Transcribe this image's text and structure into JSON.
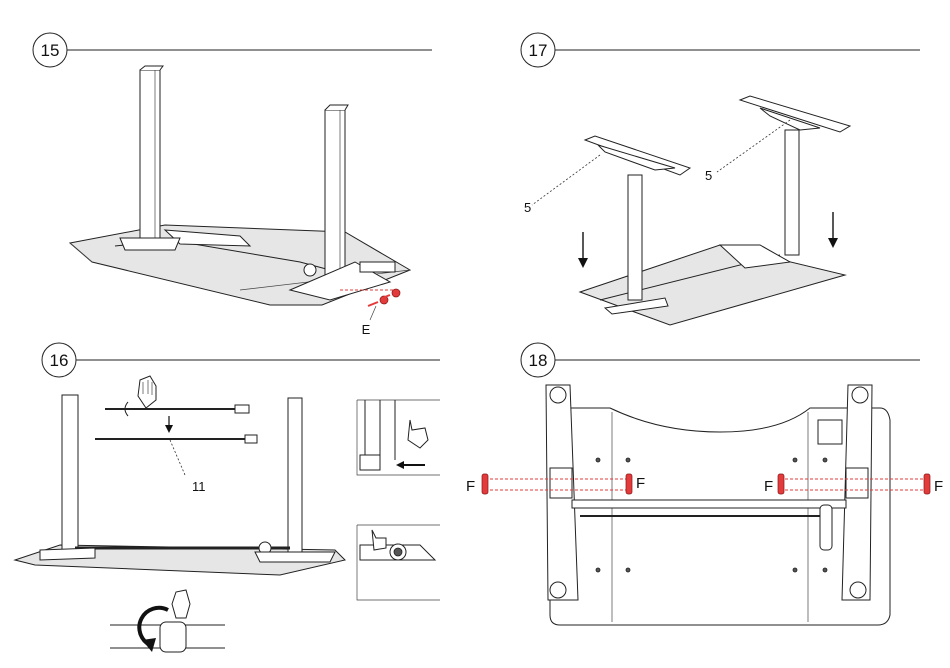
{
  "steps": [
    {
      "number": "15",
      "callouts": [
        "E"
      ]
    },
    {
      "number": "16",
      "callouts": [
        "11"
      ]
    },
    {
      "number": "17",
      "callouts": [
        "5",
        "5"
      ]
    },
    {
      "number": "18",
      "callouts": [
        "F",
        "F",
        "F",
        "F"
      ]
    }
  ],
  "colors": {
    "line": "#222222",
    "highlight": "#e23b3b"
  },
  "icons": [
    "hand-icon",
    "down-arrow-icon",
    "rotate-arrow-icon",
    "screw-icon"
  ]
}
